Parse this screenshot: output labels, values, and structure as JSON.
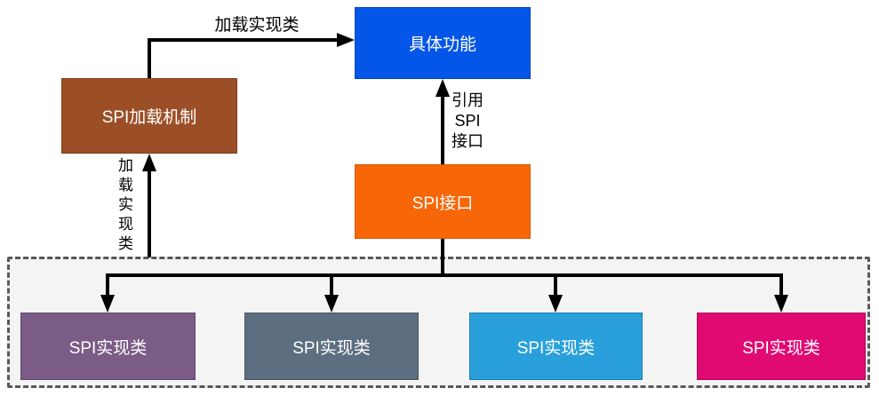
{
  "nodes": {
    "concrete_function": {
      "label": "具体功能",
      "fill": "#0356e8",
      "border": "#0243b8"
    },
    "spi_loader": {
      "label": "SPI加载机制",
      "fill": "#9c4f26",
      "border": "#7c3e1d"
    },
    "spi_interface": {
      "label": "SPI接口",
      "fill": "#f76707",
      "border": "#d45806"
    },
    "impl_classes": [
      {
        "label": "SPI实现类",
        "fill": "#7a5c87",
        "border": "#5f4769"
      },
      {
        "label": "SPI实现类",
        "fill": "#5c6e7f",
        "border": "#475561"
      },
      {
        "label": "SPI实现类",
        "fill": "#29a0dc",
        "border": "#1f7fae"
      },
      {
        "label": "SPI实现类",
        "fill": "#e00a72",
        "border": "#b00859"
      }
    ]
  },
  "edges": {
    "loader_to_concrete": "加载实现类",
    "interface_to_concrete": [
      "引用",
      "SPI",
      "接口"
    ],
    "container_to_loader": "加载实现类"
  },
  "container": {
    "background": "#f4f4f4",
    "border_color": "#595959"
  },
  "arrow_color": "#000000"
}
